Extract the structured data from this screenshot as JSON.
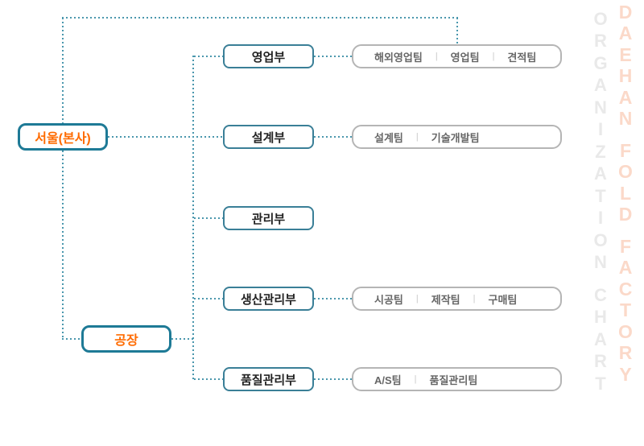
{
  "nodes": {
    "seoul": {
      "label": "서울(본사)"
    },
    "factory": {
      "label": "공장"
    }
  },
  "departments": [
    {
      "label": "영업부",
      "parent": "seoul",
      "teams": [
        "해외영업팀",
        "영업팀",
        "견적팀"
      ]
    },
    {
      "label": "설계부",
      "parent": "seoul",
      "teams": [
        "설계팀",
        "기술개발팀"
      ]
    },
    {
      "label": "관리부",
      "parent": "seoul",
      "teams": []
    },
    {
      "label": "생산관리부",
      "parent": "factory",
      "teams": [
        "시공팀",
        "제작팀",
        "구매팀"
      ]
    },
    {
      "label": "품질관리부",
      "parent": "factory",
      "teams": [
        "A/S팀",
        "품질관리팀"
      ]
    }
  ],
  "divider": "|",
  "vertical_titles": {
    "outer": "DAEHAN FOLD FACTORY",
    "inner": "ORGANIZATION CHART"
  },
  "colors": {
    "teal": "#1e7a96",
    "dept_teal": "#3a7f97",
    "line": "#4a97ad",
    "team_gray": "#b5b5b5",
    "orange": "#ff6b00",
    "title_salmon": "#fbd9c9",
    "title_gray": "#e9e9e9",
    "dept_text": "#222222",
    "team_text": "#666666",
    "divider_gray": "#c9c9c9"
  }
}
